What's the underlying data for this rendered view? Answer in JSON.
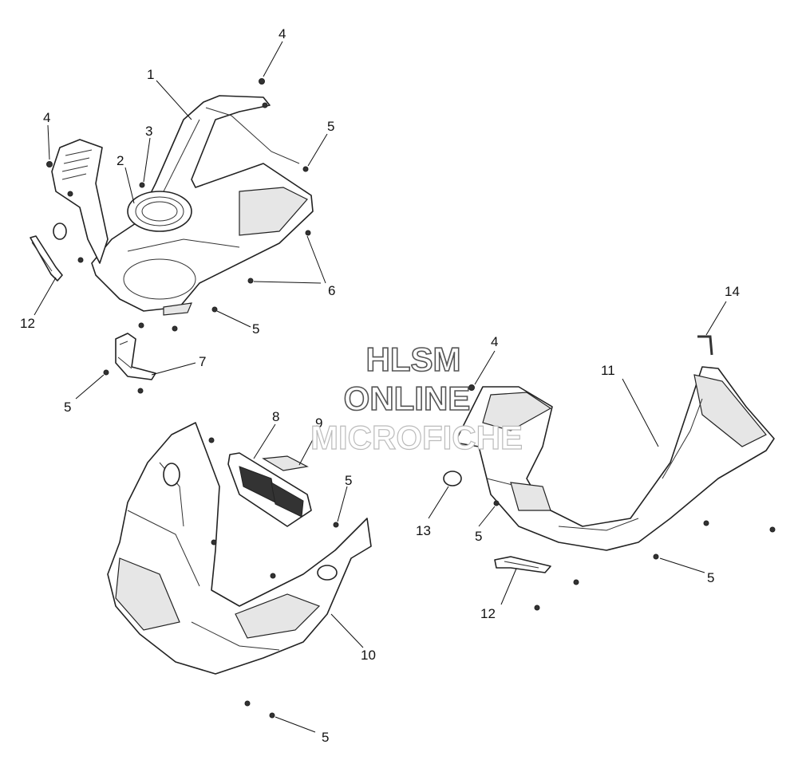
{
  "callouts": [
    {
      "id": "c1",
      "text": "1"
    },
    {
      "id": "c2",
      "text": "2"
    },
    {
      "id": "c3",
      "text": "3"
    },
    {
      "id": "c4a",
      "text": "4"
    },
    {
      "id": "c4b",
      "text": "4"
    },
    {
      "id": "c4c",
      "text": "4"
    },
    {
      "id": "c5a",
      "text": "5"
    },
    {
      "id": "c5b",
      "text": "5"
    },
    {
      "id": "c5c",
      "text": "5"
    },
    {
      "id": "c5d",
      "text": "5"
    },
    {
      "id": "c5e",
      "text": "5"
    },
    {
      "id": "c5f",
      "text": "5"
    },
    {
      "id": "c5g",
      "text": "5"
    },
    {
      "id": "c6",
      "text": "6"
    },
    {
      "id": "c7",
      "text": "7"
    },
    {
      "id": "c8",
      "text": "8"
    },
    {
      "id": "c9",
      "text": "9"
    },
    {
      "id": "c10",
      "text": "10"
    },
    {
      "id": "c11",
      "text": "11"
    },
    {
      "id": "c12a",
      "text": "12"
    },
    {
      "id": "c12b",
      "text": "12"
    },
    {
      "id": "c13",
      "text": "13"
    },
    {
      "id": "c14",
      "text": "14"
    }
  ],
  "watermark": {
    "line1": "HLSM",
    "line2": "ONLINE",
    "line3": "MICROFICHE"
  }
}
